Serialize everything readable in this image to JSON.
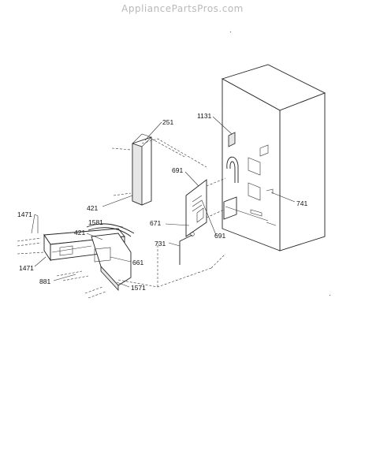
{
  "watermark": "AppliancePartsPros.com",
  "callouts": {
    "c251": "251",
    "c1131": "1131",
    "c691a": "691",
    "c741": "741",
    "c421a": "421",
    "c671": "671",
    "c691b": "691",
    "c1581": "1581",
    "c421b": "421",
    "c731": "731",
    "c1471a": "1471",
    "c661": "661",
    "c1471b": "1471",
    "c881": "881",
    "c1571": "1571"
  }
}
